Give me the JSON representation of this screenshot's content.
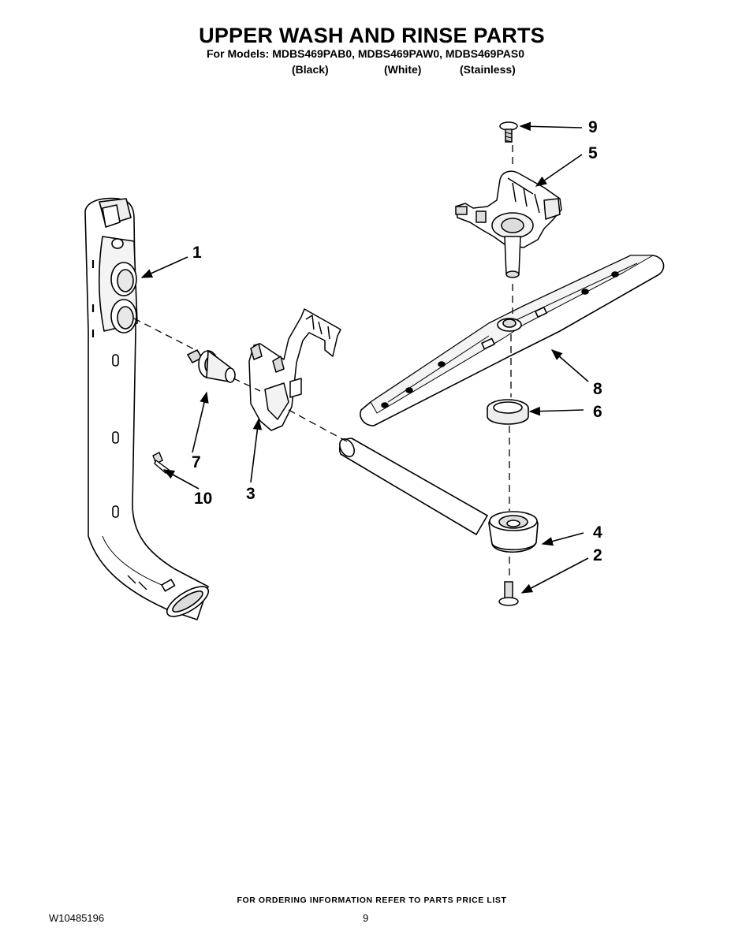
{
  "header": {
    "title": "UPPER WASH AND RINSE PARTS",
    "subtitle": "For Models: MDBS469PAB0, MDBS469PAW0, MDBS469PAS0",
    "colors": [
      "(Black)",
      "(White)",
      "(Stainless)"
    ]
  },
  "callouts": [
    "1",
    "2",
    "3",
    "4",
    "5",
    "6",
    "7",
    "8",
    "9",
    "10"
  ],
  "footer": {
    "note": "FOR ORDERING INFORMATION REFER TO PARTS PRICE LIST",
    "doc_id": "W10485196",
    "page": "9"
  }
}
